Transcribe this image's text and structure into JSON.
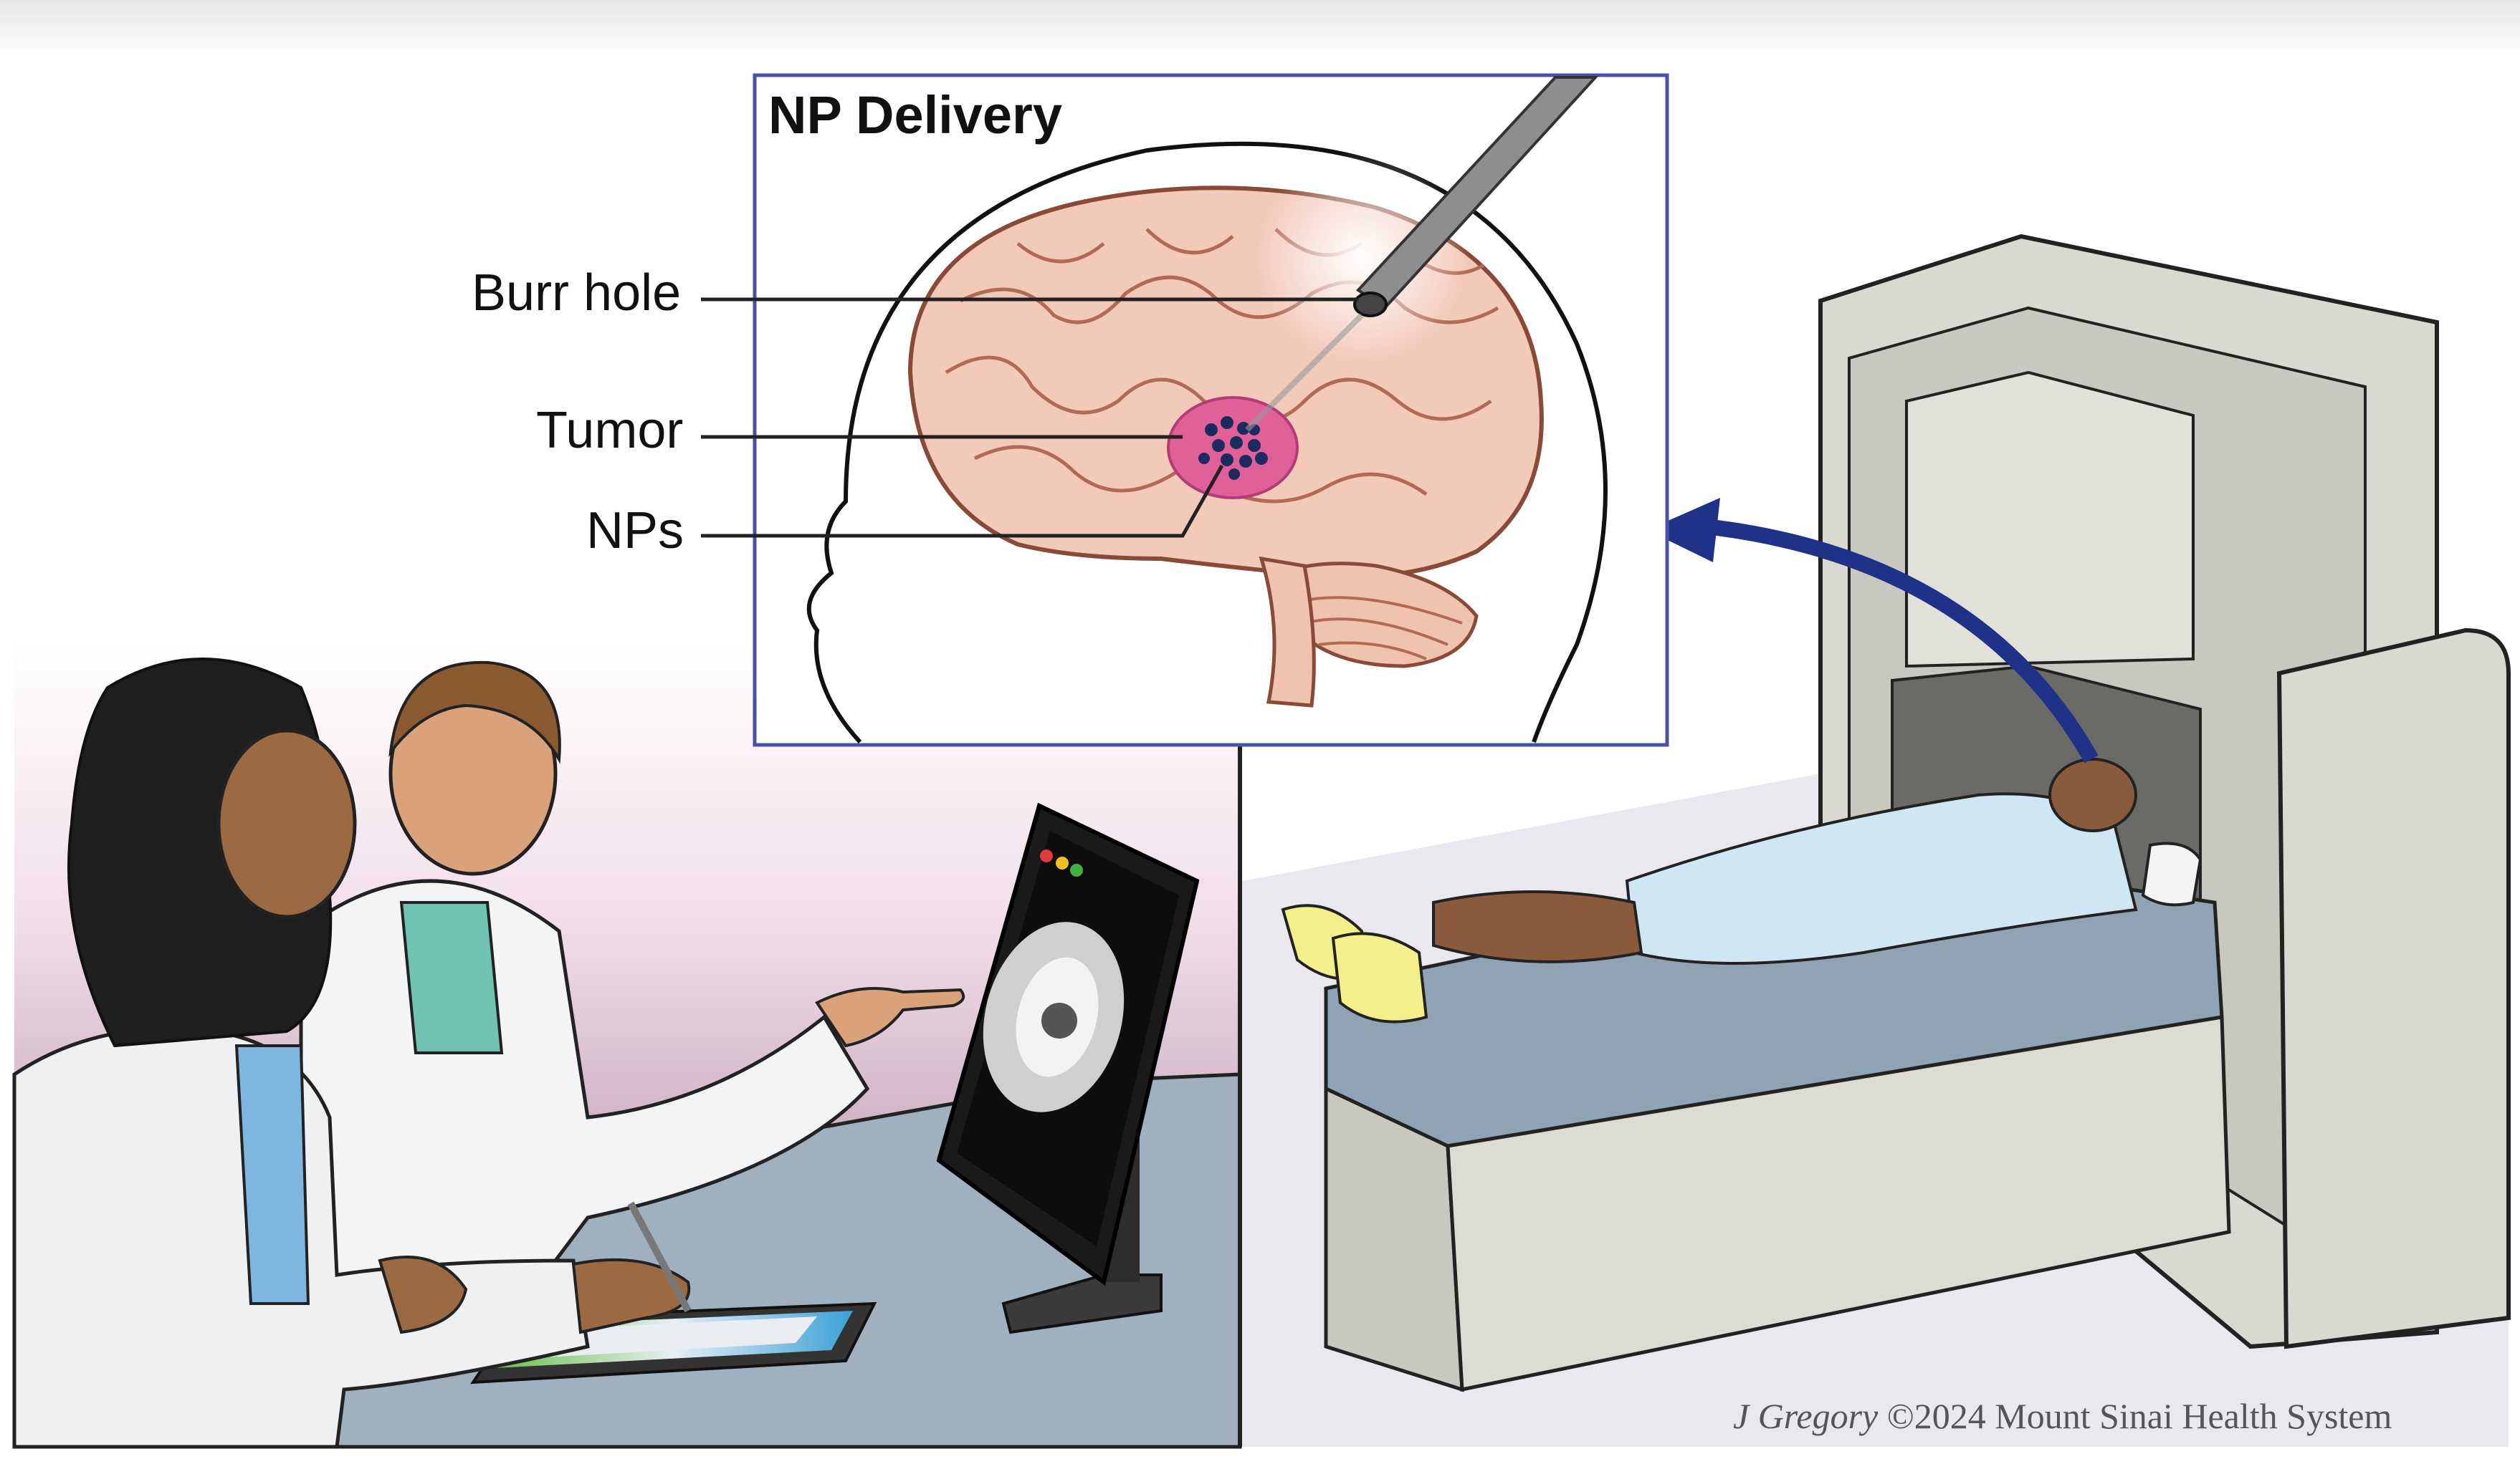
{
  "inset": {
    "title": "NP Delivery",
    "labels": {
      "burr_hole": "Burr hole",
      "tumor": "Tumor",
      "nps": "NPs"
    }
  },
  "credit": {
    "artist": "J Gregory",
    "text": "©2024 Mount Sinai Health System"
  },
  "colors": {
    "brain": "#f3c9b9",
    "tumor": "#e0609a",
    "nanoparticles": "#1c2a5e",
    "arrow": "#1f3288",
    "inset_border": "#4b4fa8",
    "desk": "#9fb0bf",
    "scanner": "#d9d9d2",
    "gown": "#cfe7f5",
    "backdrop_gradient_top": "#f7e7ef",
    "backdrop_gradient_bottom": "#a97f98"
  },
  "icons": [
    "brain-illustration",
    "needle-icon",
    "mri-scanner",
    "monitor",
    "tablet",
    "arrow-icon"
  ]
}
